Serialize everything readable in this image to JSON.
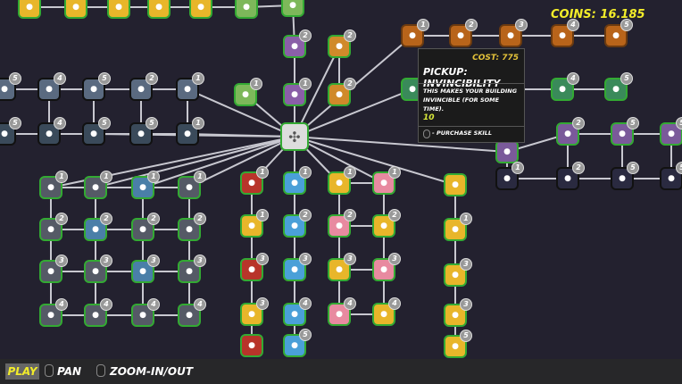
{
  "hud": {
    "coins_label": "COINS: 16.185"
  },
  "tooltip": {
    "cost": "COST: 775",
    "title": "PICKUP: INVINCIBILITY",
    "description": "THIS MAKES YOUR BUILDING INVINCIBLE (FOR SOME TIME).",
    "value": "10",
    "action": "- PURCHASE SKILL"
  },
  "bottom_bar": {
    "play": "PLAY",
    "pan": "PAN",
    "zoom": "ZOOM-IN/OUT"
  },
  "colors": {
    "yellow": "#e8b62a",
    "green": "#7db85a",
    "purple": "#8a5fa8",
    "orange": "#d08a2a",
    "blue": "#4a7fa8",
    "house": "#b8641a",
    "teal": "#3a8a5a",
    "violet": "#7a5a9a",
    "red": "#b8342a",
    "sky": "#4aa0d8",
    "pink": "#e88aa0",
    "grey": "#555a66",
    "navy": "#2a2a40",
    "white": "#e8e8e8",
    "steel": "#5a6a80",
    "slate": "#3a4a5a",
    "center": "#dddddd"
  },
  "nodes": [
    {
      "c": "yellow",
      "l": ""
    },
    {
      "c": "yellow",
      "l": ""
    },
    {
      "c": "yellow",
      "l": ""
    },
    {
      "c": "yellow",
      "l": ""
    },
    {
      "c": "yellow",
      "l": ""
    },
    {
      "c": "green",
      "l": ""
    },
    {
      "c": "green",
      "l": ""
    },
    {
      "c": "purple",
      "l": "2"
    },
    {
      "c": "purple",
      "l": "1"
    },
    {
      "c": "orange",
      "l": "2"
    },
    {
      "c": "orange",
      "l": "2"
    },
    {
      "c": "green",
      "l": "1"
    },
    {
      "c": "center",
      "l": ""
    },
    {
      "c": "house",
      "l": "1"
    },
    {
      "c": "house",
      "l": "2"
    },
    {
      "c": "house",
      "l": "3"
    },
    {
      "c": "house",
      "l": "4"
    },
    {
      "c": "house",
      "l": "5"
    },
    {
      "c": "teal",
      "l": ""
    },
    {
      "c": "teal",
      "l": "4"
    },
    {
      "c": "teal",
      "l": "5"
    },
    {
      "c": "violet",
      "l": ""
    },
    {
      "c": "violet",
      "l": "2"
    },
    {
      "c": "violet",
      "l": "5"
    },
    {
      "c": "violet",
      "l": "5"
    },
    {
      "c": "navy",
      "l": "1"
    },
    {
      "c": "navy",
      "l": "2"
    },
    {
      "c": "navy",
      "l": "5"
    },
    {
      "c": "navy",
      "l": "5"
    },
    {
      "c": "steel",
      "l": "5"
    },
    {
      "c": "steel",
      "l": "4"
    },
    {
      "c": "steel",
      "l": "5"
    },
    {
      "c": "steel",
      "l": "2"
    },
    {
      "c": "steel",
      "l": "1"
    },
    {
      "c": "slate",
      "l": "5"
    },
    {
      "c": "slate",
      "l": "4"
    },
    {
      "c": "slate",
      "l": "5"
    },
    {
      "c": "slate",
      "l": "5"
    },
    {
      "c": "slate",
      "l": "1"
    },
    {
      "c": "grey",
      "l": "1"
    },
    {
      "c": "grey",
      "l": "1"
    },
    {
      "c": "blue",
      "l": "1"
    },
    {
      "c": "grey",
      "l": "1"
    },
    {
      "c": "grey",
      "l": "2"
    },
    {
      "c": "blue",
      "l": "2"
    },
    {
      "c": "grey",
      "l": "2"
    },
    {
      "c": "grey",
      "l": "2"
    },
    {
      "c": "grey",
      "l": "3"
    },
    {
      "c": "grey",
      "l": "3"
    },
    {
      "c": "blue",
      "l": "3"
    },
    {
      "c": "grey",
      "l": "3"
    },
    {
      "c": "grey",
      "l": "4"
    },
    {
      "c": "grey",
      "l": "4"
    },
    {
      "c": "grey",
      "l": "4"
    },
    {
      "c": "grey",
      "l": "4"
    },
    {
      "c": "red",
      "l": "1"
    },
    {
      "c": "yellow",
      "l": "1"
    },
    {
      "c": "red",
      "l": "3"
    },
    {
      "c": "yellow",
      "l": "3"
    },
    {
      "c": "red",
      "l": ""
    },
    {
      "c": "sky",
      "l": "1"
    },
    {
      "c": "sky",
      "l": "2"
    },
    {
      "c": "sky",
      "l": "3"
    },
    {
      "c": "sky",
      "l": "4"
    },
    {
      "c": "sky",
      "l": "5"
    },
    {
      "c": "yellow",
      "l": "1"
    },
    {
      "c": "pink",
      "l": "2"
    },
    {
      "c": "yellow",
      "l": "3"
    },
    {
      "c": "pink",
      "l": "4"
    },
    {
      "c": "pink",
      "l": "1"
    },
    {
      "c": "yellow",
      "l": "2"
    },
    {
      "c": "pink",
      "l": "3"
    },
    {
      "c": "yellow",
      "l": "4"
    },
    {
      "c": "yellow",
      "l": ""
    },
    {
      "c": "yellow",
      "l": "1"
    },
    {
      "c": "yellow",
      "l": "3"
    },
    {
      "c": "yellow",
      "l": "3"
    },
    {
      "c": "yellow",
      "l": "5"
    }
  ]
}
